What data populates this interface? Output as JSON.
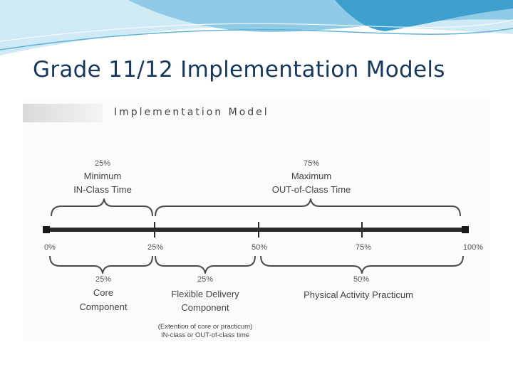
{
  "slide": {
    "title": "Grade 11/12 Implementation Models",
    "colors": {
      "title": "#17375e",
      "wave_light": "#cfe9f5",
      "wave_mid": "#8fcbe6",
      "wave_dark": "#3c9fcd"
    }
  },
  "diagram": {
    "header": "Implementation Model",
    "timeline_ticks": [
      "0%",
      "25%",
      "50%",
      "75%",
      "100%"
    ],
    "top_groups": [
      {
        "percent": "25%",
        "line1": "Minimum",
        "line2": "IN-Class Time"
      },
      {
        "percent": "75%",
        "line1": "Maximum",
        "line2": "OUT-of-Class Time"
      }
    ],
    "bottom_groups": [
      {
        "percent": "25%",
        "line1": "Core",
        "line2": "Component"
      },
      {
        "percent": "25%",
        "line1": "Flexible Delivery",
        "line2": "Component",
        "note1": "(Extention of core or practicum)",
        "note2": "IN-class or OUT-of-class time"
      },
      {
        "percent": "50%",
        "line1": "Physical Activity Practicum"
      }
    ]
  }
}
